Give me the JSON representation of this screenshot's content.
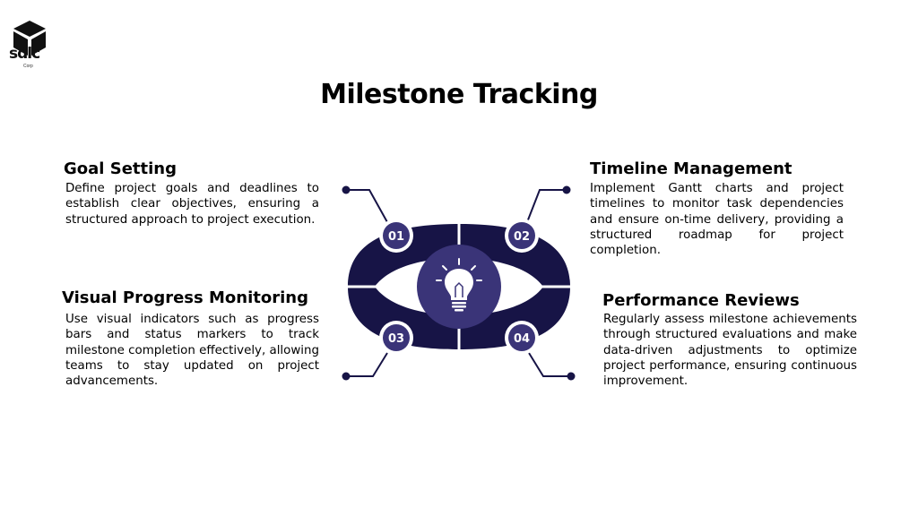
{
  "brand": {
    "name": "sdlc",
    "sub": "Corp"
  },
  "title": "Milestone Tracking",
  "colors": {
    "navy": "#171446",
    "accent": "#3a3478",
    "white": "#ffffff"
  },
  "center_icon": "lightbulb-icon",
  "items": [
    {
      "number": "01",
      "heading": "Goal Setting",
      "description": "Define project goals and deadlines to establish clear objectives, ensuring a structured approach to project execution."
    },
    {
      "number": "02",
      "heading": "Timeline Management",
      "description": "Implement Gantt charts and project timelines to monitor task dependencies and ensure on-time delivery, providing a structured roadmap for project completion."
    },
    {
      "number": "03",
      "heading": "Visual Progress Monitoring",
      "description": "Use visual indicators such as progress bars and status markers to track milestone completion effectively, allowing teams to stay updated on project advancements."
    },
    {
      "number": "04",
      "heading": "Performance Reviews",
      "description": "Regularly assess milestone achievements through structured evaluations and make data-driven adjustments to optimize project performance, ensuring continuous improvement."
    }
  ]
}
